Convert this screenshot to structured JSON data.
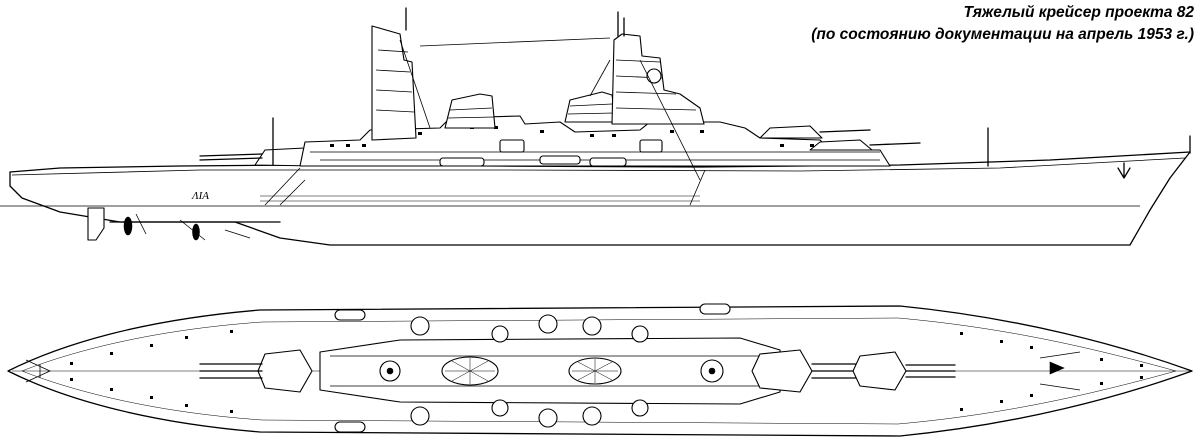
{
  "caption": {
    "line1": "Тяжелый крейсер проекта 82",
    "line2": "(по состоянию документации на апрель 1953 г.)"
  },
  "hull_marking": "ΛΙΑ",
  "views": {
    "profile": "side-elevation",
    "plan": "top-plan"
  }
}
